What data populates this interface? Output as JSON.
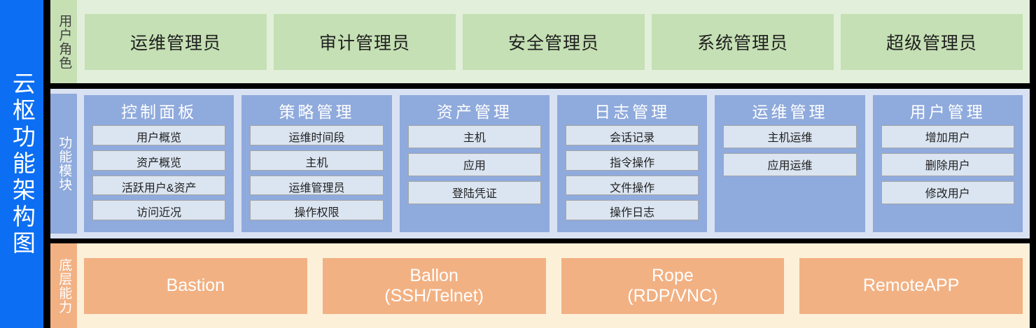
{
  "diagram": {
    "title": "云枢功能架构图"
  },
  "sections": [
    {
      "key": "roles",
      "label": "用户角色",
      "items": [
        {
          "label": "运维管理员"
        },
        {
          "label": "审计管理员"
        },
        {
          "label": "安全管理员"
        },
        {
          "label": "系统管理员"
        },
        {
          "label": "超级管理员"
        }
      ]
    },
    {
      "key": "modules",
      "label": "功能模块",
      "items": [
        {
          "label": "控制面板",
          "children": [
            "用户概览",
            "资产概览",
            "活跃用户&资产",
            "访问近况"
          ]
        },
        {
          "label": "策略管理",
          "children": [
            "运维时间段",
            "主机",
            "运维管理员",
            "操作权限"
          ]
        },
        {
          "label": "资产管理",
          "children": [
            "主机",
            "应用",
            "登陆凭证"
          ]
        },
        {
          "label": "日志管理",
          "children": [
            "会话记录",
            "指令操作",
            "文件操作",
            "操作日志"
          ]
        },
        {
          "label": "运维管理",
          "children": [
            "主机运维",
            "应用运维"
          ]
        },
        {
          "label": "用户管理",
          "children": [
            "增加用户",
            "删除用户",
            "修改用户"
          ]
        }
      ]
    },
    {
      "key": "base",
      "label": "底层能力",
      "items": [
        {
          "label": "Bastion"
        },
        {
          "label": "Ballon\n(SSH/Telnet)"
        },
        {
          "label": "Rope\n(RDP/VNC)"
        },
        {
          "label": "RemoteAPP"
        }
      ]
    }
  ],
  "colors": {
    "title_bar": "#0c6ef2",
    "roles_band": "#e2efda",
    "roles_box": "#c5e0b4",
    "modules_band": "#d9e2f3",
    "modules_card": "#8faadc",
    "modules_item": "#dbe5f1",
    "base_band": "#fdf0d9",
    "base_box": "#f2b183",
    "background": "#000000"
  }
}
